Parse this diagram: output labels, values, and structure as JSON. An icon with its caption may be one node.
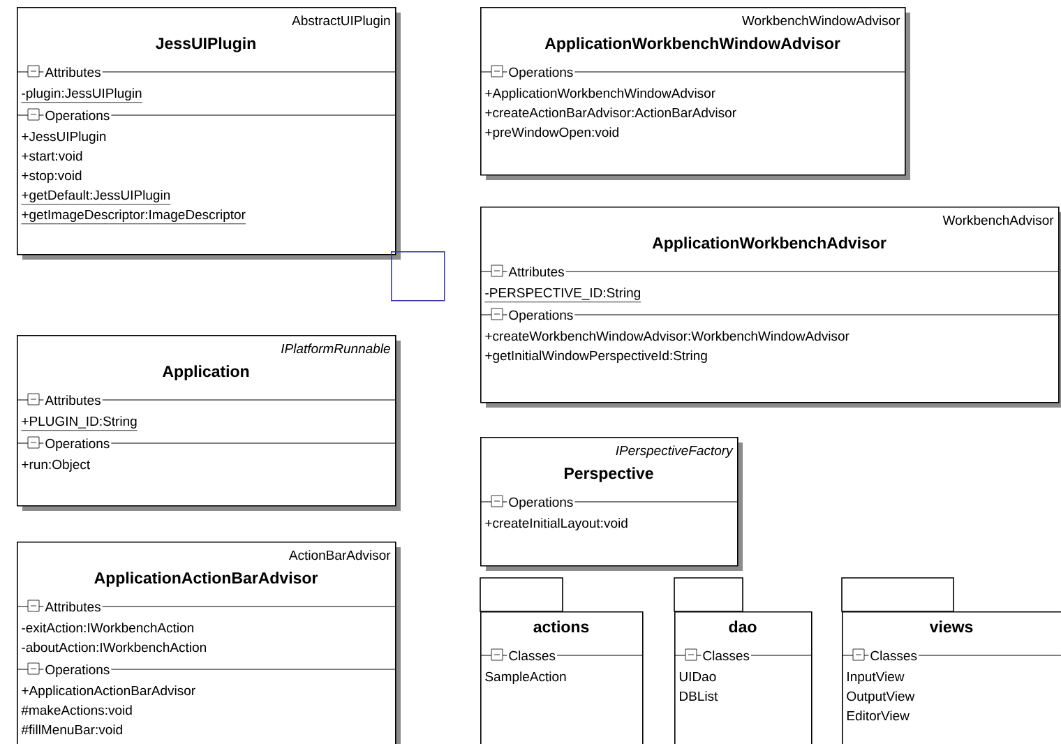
{
  "diagram": {
    "nodes": [
      {
        "text": [
          "AbstractUIPlugin",
          "JessUIPlugin",
          "Attributes",
          "-plugin:JessUIPlugin",
          "Operations",
          "+JessUIPlugin",
          "+start:void",
          "+stop:void",
          "+getDefault:JessUIPlugin",
          "+getImageDescriptor:ImageDescriptor"
        ]
      },
      {
        "text": [
          "WorkbenchWindowAdvisor",
          "ApplicationWorkbenchWindowAdvisor",
          "Operations",
          "+ApplicationWorkbenchWindowAdvisor",
          "+createActionBarAdvisor:ActionBarAdvisor",
          "+preWindowOpen:void"
        ]
      },
      {
        "text": [
          "WorkbenchAdvisor",
          "ApplicationWorkbenchAdvisor",
          "Attributes",
          "-PERSPECTIVE_ID:String",
          "Operations",
          "+createWorkbenchWindowAdvisor:WorkbenchWindowAdvisor",
          "+getInitialWindowPerspectiveId:String"
        ]
      },
      {
        "text": [
          "IPlatformRunnable",
          "Application",
          "Attributes",
          "+PLUGIN_ID:String",
          "Operations",
          "+run:Object"
        ]
      },
      {
        "text": [
          "ActionBarAdvisor",
          "ApplicationActionBarAdvisor",
          "Attributes",
          "-exitAction:IWorkbenchAction",
          "-aboutAction:IWorkbenchAction",
          "Operations",
          "+ApplicationActionBarAdvisor",
          "#makeActions:void",
          "#fillMenuBar:void"
        ]
      },
      {
        "text": [
          "IPerspectiveFactory",
          "Perspective",
          "Operations",
          "+createInitialLayout:void"
        ]
      },
      {
        "text": [
          "actions",
          "Classes",
          "SampleAction"
        ]
      },
      {
        "text": [
          "dao",
          "Classes",
          "UIDao",
          "DBList"
        ]
      },
      {
        "text": [
          "views",
          "Classes",
          "InputView",
          "OutputView",
          "EditorView"
        ]
      },
      {
        "text": [],
        "shape": "box"
      }
    ]
  }
}
